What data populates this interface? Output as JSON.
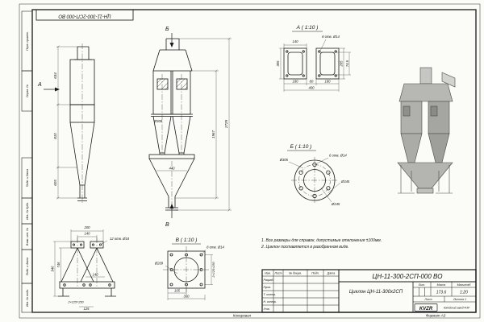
{
  "frame": {
    "top_stamp": "ЦН-11-300-2СП-000 ВО",
    "left_stamps": [
      "Перв. примен.",
      "Справ. №",
      "Подп. и дата",
      "Инв. № дубл.",
      "Взам. инв. №",
      "Подп. и дата",
      "Инв. № подл."
    ],
    "kopiroval": "Копировал",
    "format": "Формат А3"
  },
  "views": {
    "side": {
      "arrow_label": "А",
      "dim_634": "634",
      "dim_810": "810",
      "dim_605": "605"
    },
    "front": {
      "arrow_top": "Б",
      "arrow_bottom": "В",
      "dim_d308": "Ø308",
      "dim_2729": "2729",
      "dim_1967": "1967",
      "dim_440": "440"
    },
    "detail_a": {
      "label": "А ( 1:10 )",
      "dim_140": "140",
      "holes": "8 отв. Ø14",
      "dim_305": "305",
      "dim_265": "265",
      "dim_745": "74.5",
      "dim_180_left": "180",
      "dim_80": "80",
      "dim_180_right": "180",
      "dim_400": "400"
    },
    "detail_b": {
      "label": "Б ( 1:10 )",
      "holes": "6 отв. Ø14",
      "dim_d305": "Ø305",
      "dim_d345": "Ø345",
      "dim_d245": "Ø245"
    },
    "detail_v": {
      "label": "В ( 1:10 )",
      "holes": "8 отв. Ø14",
      "dim_d209": "Ø209",
      "dim_105": "105",
      "dim_250": "2×125=250",
      "dim_300": "300"
    },
    "support": {
      "dim_200": "200",
      "dim_140_top": "140",
      "holes": "12 отв. Ø18",
      "dim_946": "946",
      "dim_746": "746",
      "dim_140_mid": "140",
      "dim_250": "2×125=250",
      "dim_125": "125"
    }
  },
  "notes": {
    "line1": "1. Все размеры для справок, допустимые отклонения ±100мм.",
    "line2": "2. Циклон поставляется в разобранном виде."
  },
  "title_block": {
    "doc_number": "ЦН-11-300-2СП-000 ВО",
    "product_title": "Циклон ЦН-11-300х2СП",
    "header_cols": [
      "Изм.",
      "Лист",
      "№ докум.",
      "Подп.",
      "Дата"
    ],
    "sign_rows": [
      "Разраб.",
      "Пров.",
      "Т. контр.",
      "Н. контр.",
      "Утв."
    ],
    "lit_label": "Лит.",
    "mass_label": "Масса",
    "scale_label": "Масштаб",
    "mass_value": "173.6",
    "scale_value": "1:20",
    "sheet_label": "Лист",
    "sheets_label": "Листов 1",
    "logo_text": "KVZR",
    "company": "Копейский завод ФЗР"
  }
}
